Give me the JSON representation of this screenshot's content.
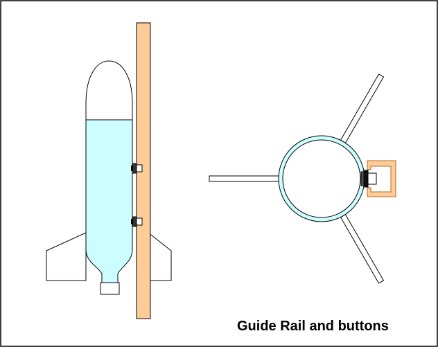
{
  "diagram": {
    "caption": "Guide Rail and buttons",
    "colors": {
      "border": "#000000",
      "water": "#ccfeff",
      "rail": "#fdcc99",
      "rail_outline": "#b36b22",
      "body_ring": "#ccfeff",
      "button": "#000000",
      "stroke": "#000000"
    },
    "icons": {
      "side_view": "rocket-with-guide-rail",
      "top_view": "rocket-cross-section-with-fins-and-rail"
    }
  }
}
